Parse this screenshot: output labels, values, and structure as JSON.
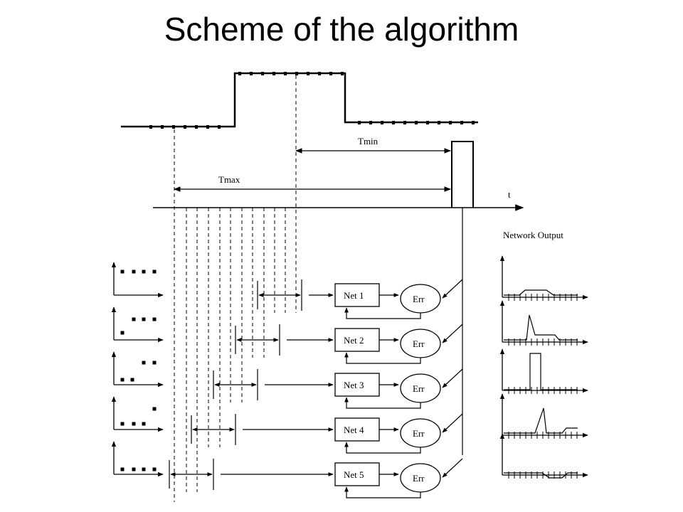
{
  "title": "Scheme of the algorithm",
  "labels": {
    "tmin": "Tmin",
    "tmax": "Tmax",
    "time_axis": "t",
    "network_output": "Network Output",
    "err": "Err"
  },
  "networks": [
    {
      "label": "Net 1"
    },
    {
      "label": "Net 2"
    },
    {
      "label": "Net 3"
    },
    {
      "label": "Net 4"
    },
    {
      "label": "Net 5"
    }
  ]
}
